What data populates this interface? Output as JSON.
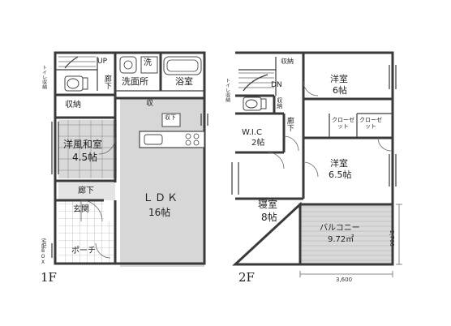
{
  "floor1": {
    "label": "1F",
    "rooms": {
      "up": "UP",
      "wash": "洗",
      "washroom": "洗面所",
      "bath": "浴室",
      "toilet_storage": "トイレ収納",
      "hallway_top": "廊下",
      "storage": "収納",
      "storage_mark": "収",
      "shelf": "収下",
      "washitsu_name": "洋風和室",
      "washitsu_size": "4.5帖",
      "hallway_mid": "廊下",
      "entrance": "玄関",
      "porch": "ポーチ",
      "ldk_name": "ＬＤＫ",
      "ldk_size": "16帖",
      "delivery_box": "宅配BOX"
    }
  },
  "floor2": {
    "label": "2F",
    "rooms": {
      "storage": "収納",
      "dn": "DN",
      "toilet_storage": "トイレ収納",
      "storage_side": "収納",
      "hallway": "廊下",
      "western1_name": "洋室",
      "western1_size": "6帖",
      "closet1": "クローゼット",
      "closet2": "クローゼット",
      "western2_name": "洋室",
      "western2_size": "6.5帖",
      "wic_name": "W.I.C",
      "wic_size": "2帖",
      "bedroom_name": "寝室",
      "bedroom_size": "8帖",
      "balcony_name": "バルコニー",
      "balcony_size": "9.72㎡"
    },
    "dimensions": {
      "width": "3,600",
      "depth": "2,700"
    }
  }
}
